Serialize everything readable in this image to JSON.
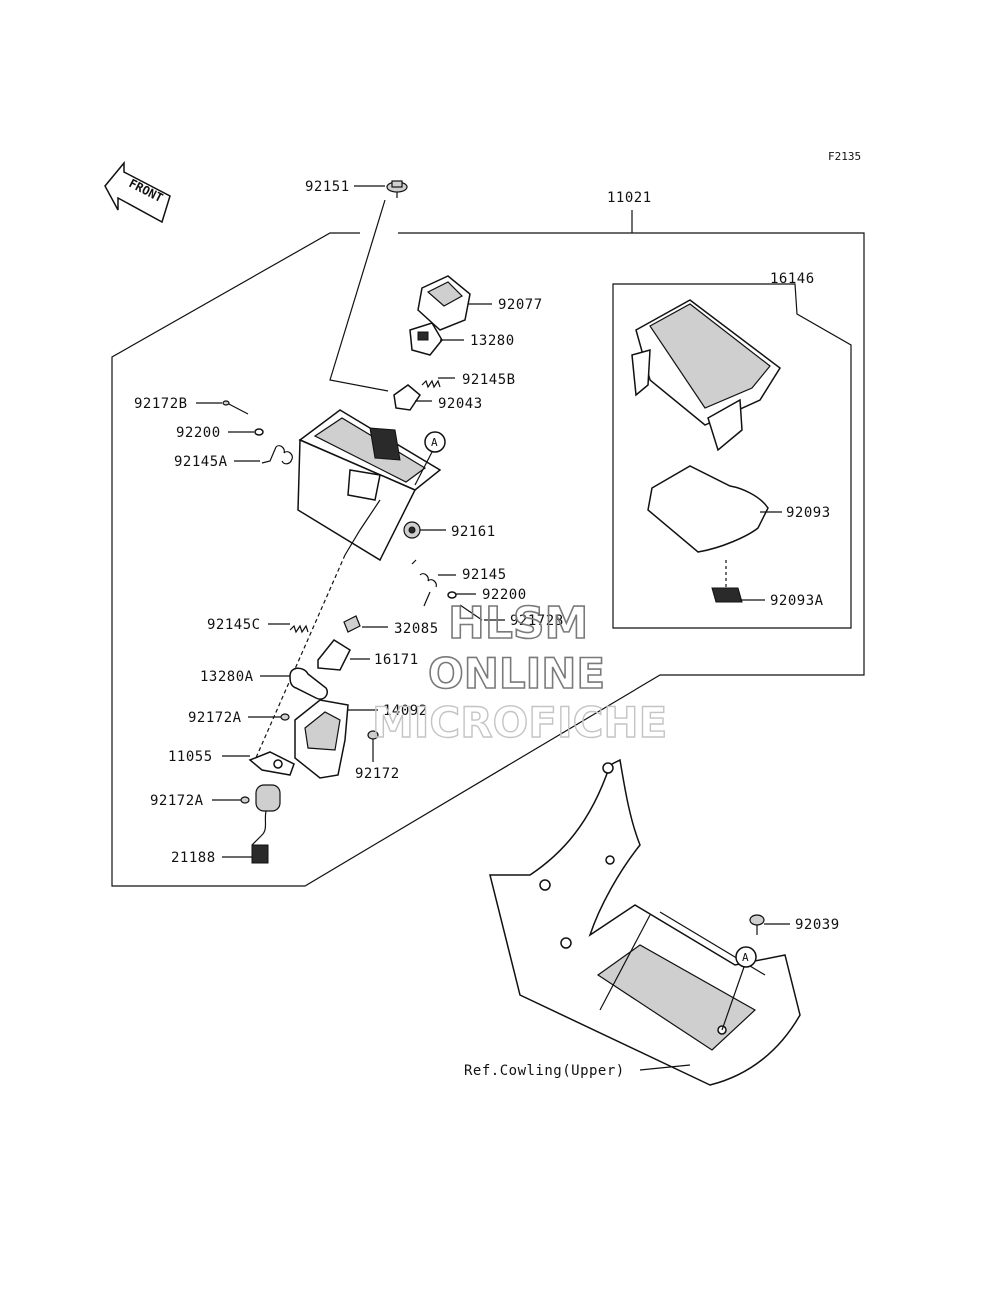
{
  "figure_code": "F2135",
  "front_arrow": "FRONT",
  "callout_marker": "A",
  "labels": {
    "p92151": "92151",
    "p11021": "11021",
    "p16146": "16146",
    "p92077": "92077",
    "p13280": "13280",
    "p92145B": "92145B",
    "p92043": "92043",
    "p92172B": "92172B",
    "p92200a": "92200",
    "p92145A": "92145A",
    "p92161": "92161",
    "p92093": "92093",
    "p92145": "92145",
    "p92200b": "92200",
    "p92093A": "92093A",
    "p92145C": "92145C",
    "p32085": "32085",
    "p92172Bb": "92172B",
    "p16171": "16171",
    "p13280A": "13280A",
    "p92172Aa": "92172A",
    "p14092": "14092",
    "p11055": "11055",
    "p92172": "92172",
    "p92172Ab": "92172A",
    "p21188": "21188",
    "p92039": "92039",
    "ref_cowling": "Ref.Cowling(Upper)"
  },
  "watermark": {
    "line1": "HLSM",
    "line2": "ONLINE",
    "line3": "MICROFICHE"
  }
}
